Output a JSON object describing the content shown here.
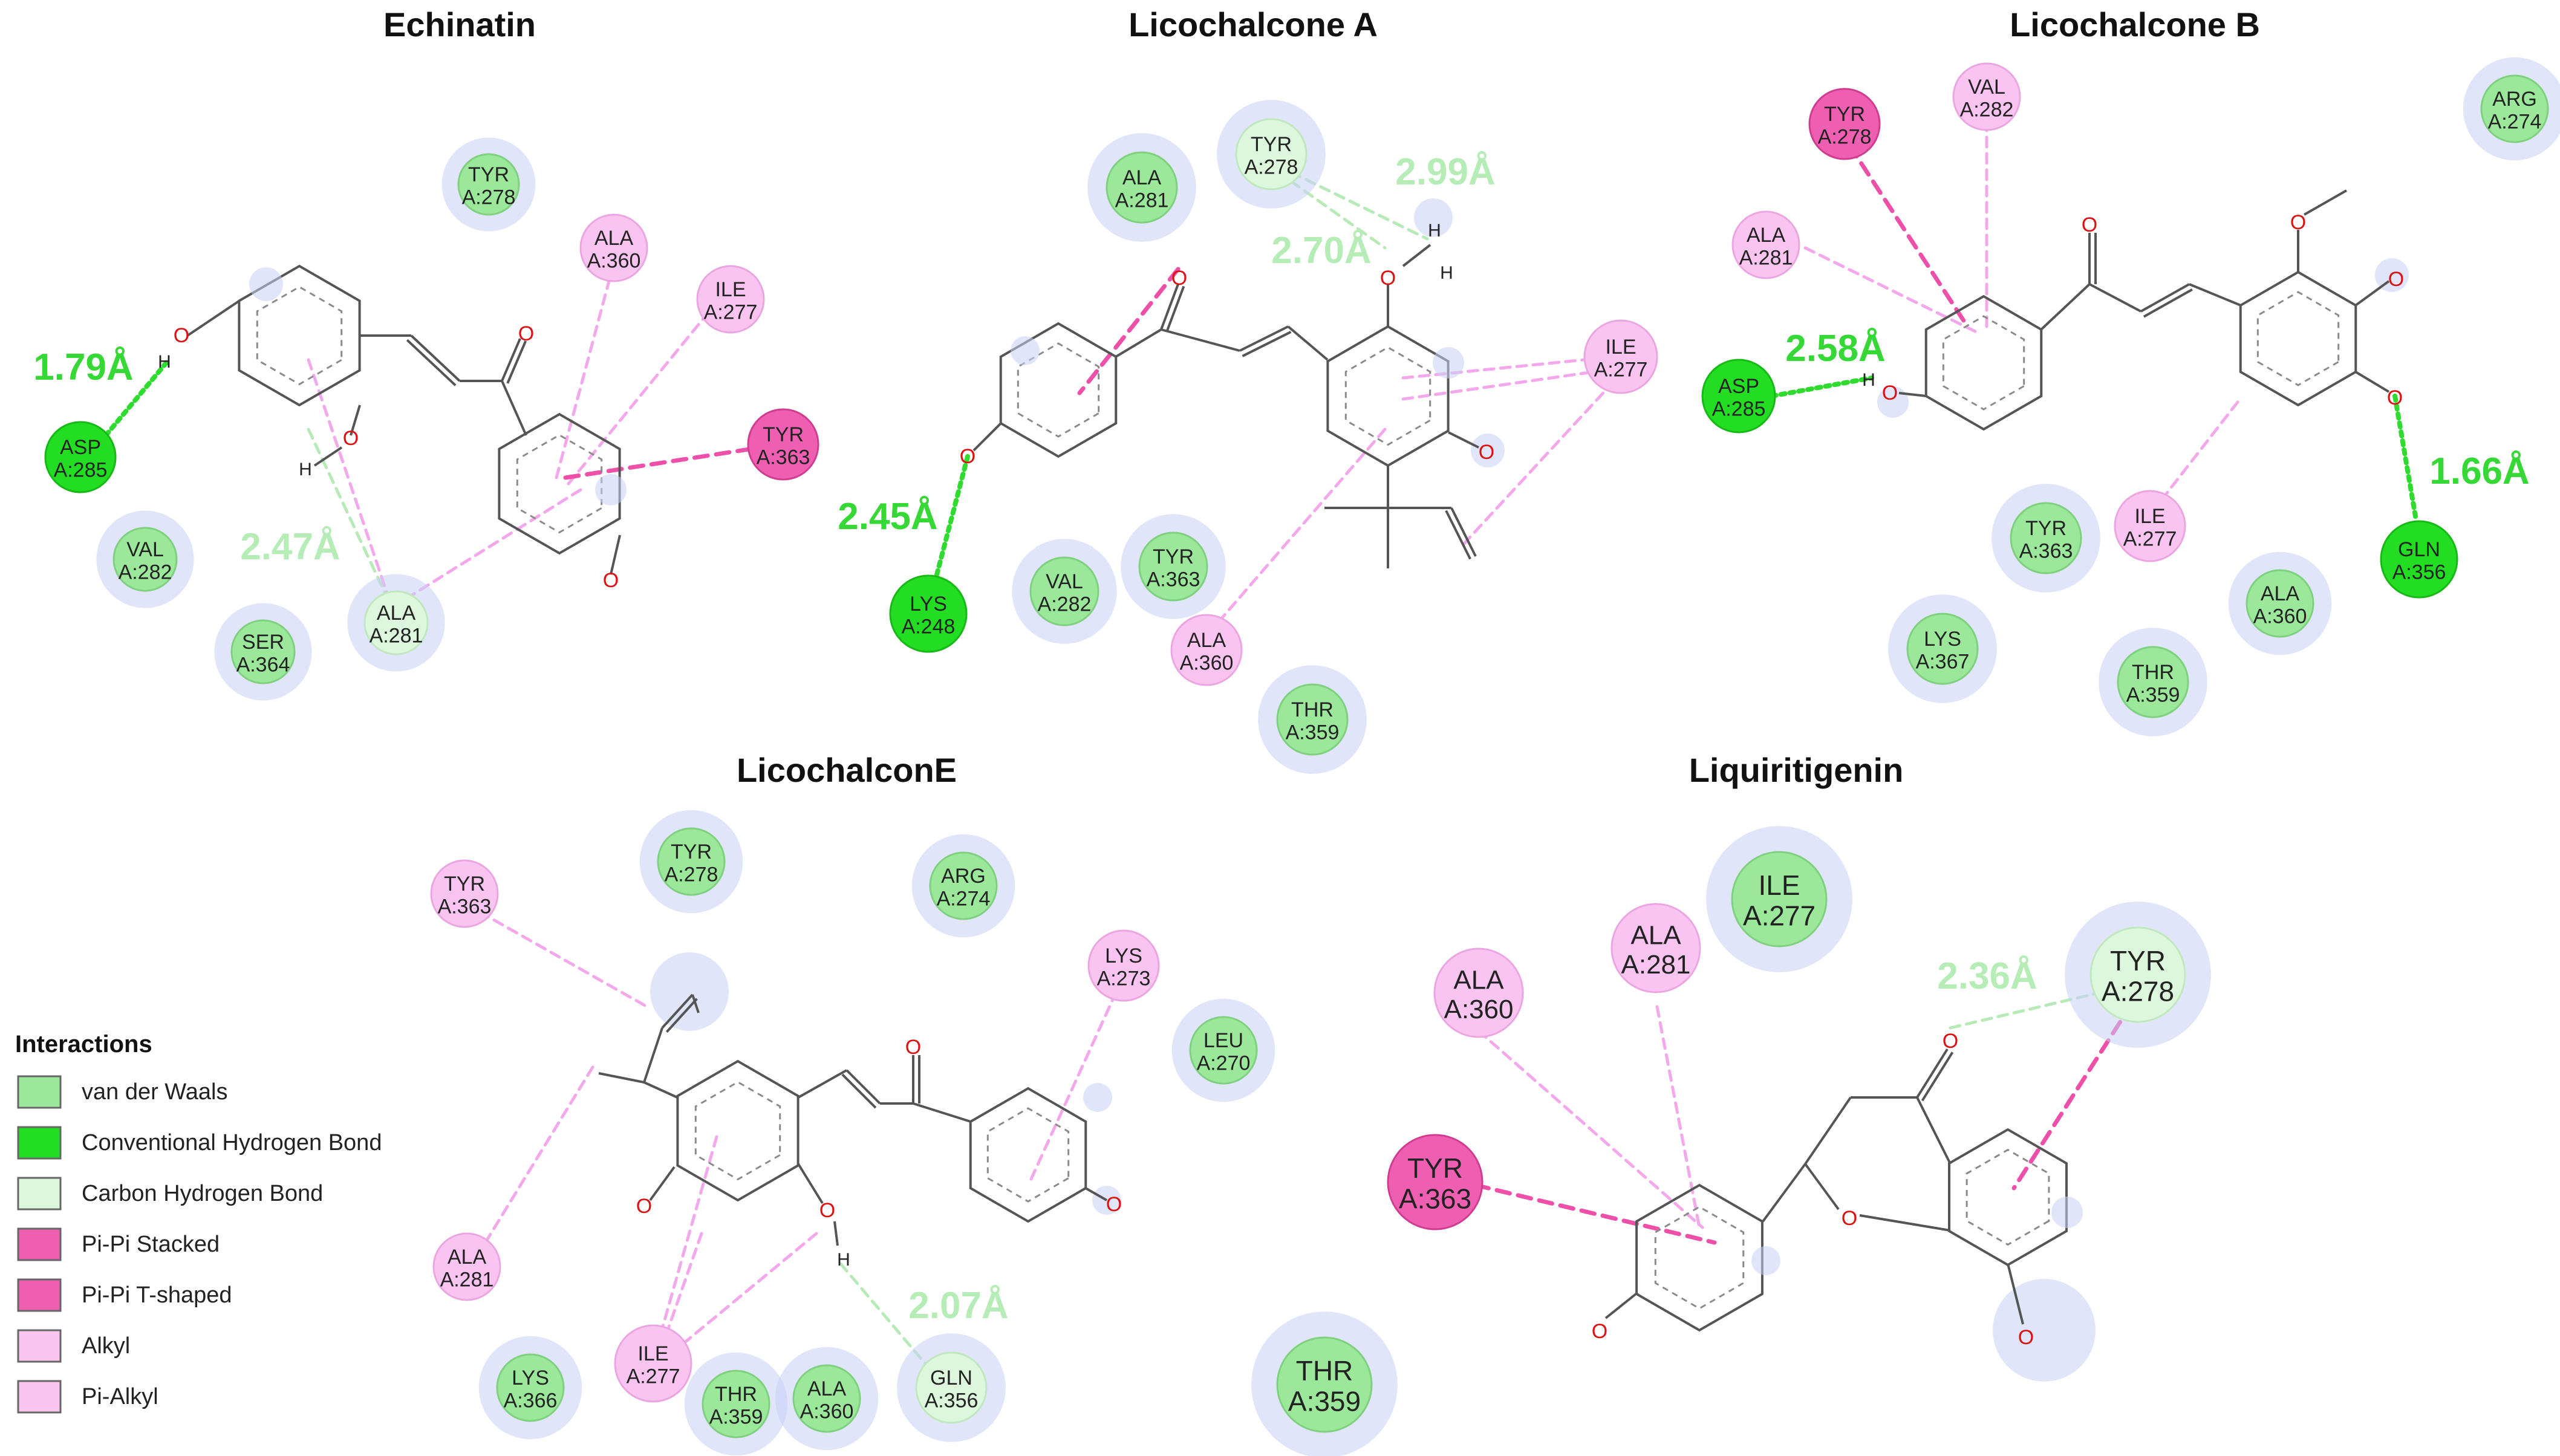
{
  "colors": {
    "vdw": "#9be89b",
    "conv_hbond": "#22dd22",
    "carbon_hbond": "#dcf7dc",
    "pi_pi": "#ee5fb2",
    "alkyl": "#f9c4f0",
    "hbond_line": "#2edb2e",
    "carbon_hbond_line": "#b8eab8",
    "pi_line": "#ee4fa8",
    "alkyl_line": "#f4a8ec",
    "bond": "#555555",
    "oxygen": "#dd1111",
    "halo": "#c9d0f5"
  },
  "panels": [
    {
      "title": "Echinatin",
      "residues": [
        {
          "name": "TYR",
          "num": "A:278",
          "type": "vdw"
        },
        {
          "name": "ALA",
          "num": "A:360",
          "type": "alkyl"
        },
        {
          "name": "ILE",
          "num": "A:277",
          "type": "alkyl"
        },
        {
          "name": "TYR",
          "num": "A:363",
          "type": "pi_pi"
        },
        {
          "name": "ASP",
          "num": "A:285",
          "type": "conv_hbond"
        },
        {
          "name": "VAL",
          "num": "A:282",
          "type": "vdw"
        },
        {
          "name": "SER",
          "num": "A:364",
          "type": "vdw"
        },
        {
          "name": "ALA",
          "num": "A:281",
          "type": "carbon_hbond"
        }
      ],
      "distances": [
        "1.79Å",
        "2.47Å"
      ]
    },
    {
      "title": "Licochalcone A",
      "residues": [
        {
          "name": "TYR",
          "num": "A:278",
          "type": "carbon_hbond"
        },
        {
          "name": "ALA",
          "num": "A:281",
          "type": "vdw"
        },
        {
          "name": "ILE",
          "num": "A:277",
          "type": "alkyl"
        },
        {
          "name": "LYS",
          "num": "A:248",
          "type": "conv_hbond"
        },
        {
          "name": "VAL",
          "num": "A:282",
          "type": "vdw"
        },
        {
          "name": "TYR",
          "num": "A:363",
          "type": "vdw"
        },
        {
          "name": "ALA",
          "num": "A:360",
          "type": "alkyl"
        },
        {
          "name": "THR",
          "num": "A:359",
          "type": "vdw"
        }
      ],
      "distances": [
        "2.99Å",
        "2.70Å",
        "2.45Å"
      ]
    },
    {
      "title": "Licochalcone B",
      "residues": [
        {
          "name": "TYR",
          "num": "A:278",
          "type": "pi_pi"
        },
        {
          "name": "VAL",
          "num": "A:282",
          "type": "alkyl"
        },
        {
          "name": "ARG",
          "num": "A:274",
          "type": "vdw"
        },
        {
          "name": "ALA",
          "num": "A:281",
          "type": "alkyl"
        },
        {
          "name": "ASP",
          "num": "A:285",
          "type": "conv_hbond"
        },
        {
          "name": "TYR",
          "num": "A:363",
          "type": "vdw"
        },
        {
          "name": "ILE",
          "num": "A:277",
          "type": "alkyl"
        },
        {
          "name": "GLN",
          "num": "A:356",
          "type": "conv_hbond"
        },
        {
          "name": "ALA",
          "num": "A:360",
          "type": "vdw"
        },
        {
          "name": "LYS",
          "num": "A:367",
          "type": "vdw"
        },
        {
          "name": "THR",
          "num": "A:359",
          "type": "vdw"
        }
      ],
      "distances": [
        "2.58Å",
        "1.66Å"
      ]
    },
    {
      "title": "LicochalconE",
      "residues": [
        {
          "name": "TYR",
          "num": "A:363",
          "type": "alkyl"
        },
        {
          "name": "TYR",
          "num": "A:278",
          "type": "vdw"
        },
        {
          "name": "ARG",
          "num": "A:274",
          "type": "vdw"
        },
        {
          "name": "LYS",
          "num": "A:273",
          "type": "alkyl"
        },
        {
          "name": "LEU",
          "num": "A:270",
          "type": "vdw"
        },
        {
          "name": "ALA",
          "num": "A:281",
          "type": "alkyl"
        },
        {
          "name": "ILE",
          "num": "A:277",
          "type": "alkyl"
        },
        {
          "name": "GLN",
          "num": "A:356",
          "type": "carbon_hbond"
        },
        {
          "name": "LYS",
          "num": "A:366",
          "type": "vdw"
        },
        {
          "name": "THR",
          "num": "A:359",
          "type": "vdw"
        },
        {
          "name": "ALA",
          "num": "A:360",
          "type": "vdw"
        }
      ],
      "distances": [
        "2.07Å"
      ]
    },
    {
      "title": "Liquiritigenin",
      "residues": [
        {
          "name": "ILE",
          "num": "A:277",
          "type": "vdw"
        },
        {
          "name": "ALA",
          "num": "A:281",
          "type": "alkyl"
        },
        {
          "name": "ALA",
          "num": "A:360",
          "type": "alkyl"
        },
        {
          "name": "TYR",
          "num": "A:278",
          "type": "carbon_hbond"
        },
        {
          "name": "TYR",
          "num": "A:363",
          "type": "pi_pi"
        },
        {
          "name": "THR",
          "num": "A:359",
          "type": "vdw"
        }
      ],
      "distances": [
        "2.36Å"
      ]
    }
  ],
  "atom_labels": {
    "oxygen": "O",
    "hydrogen": "H"
  },
  "legend": {
    "title": "Interactions",
    "items": [
      {
        "label": "van der Waals",
        "type": "vdw"
      },
      {
        "label": "Conventional Hydrogen Bond",
        "type": "conv_hbond"
      },
      {
        "label": "Carbon Hydrogen Bond",
        "type": "carbon_hbond"
      },
      {
        "label": "Pi-Pi Stacked",
        "type": "pi_pi"
      },
      {
        "label": "Pi-Pi T-shaped",
        "type": "pi_pi"
      },
      {
        "label": "Alkyl",
        "type": "alkyl"
      },
      {
        "label": "Pi-Alkyl",
        "type": "alkyl"
      }
    ]
  }
}
